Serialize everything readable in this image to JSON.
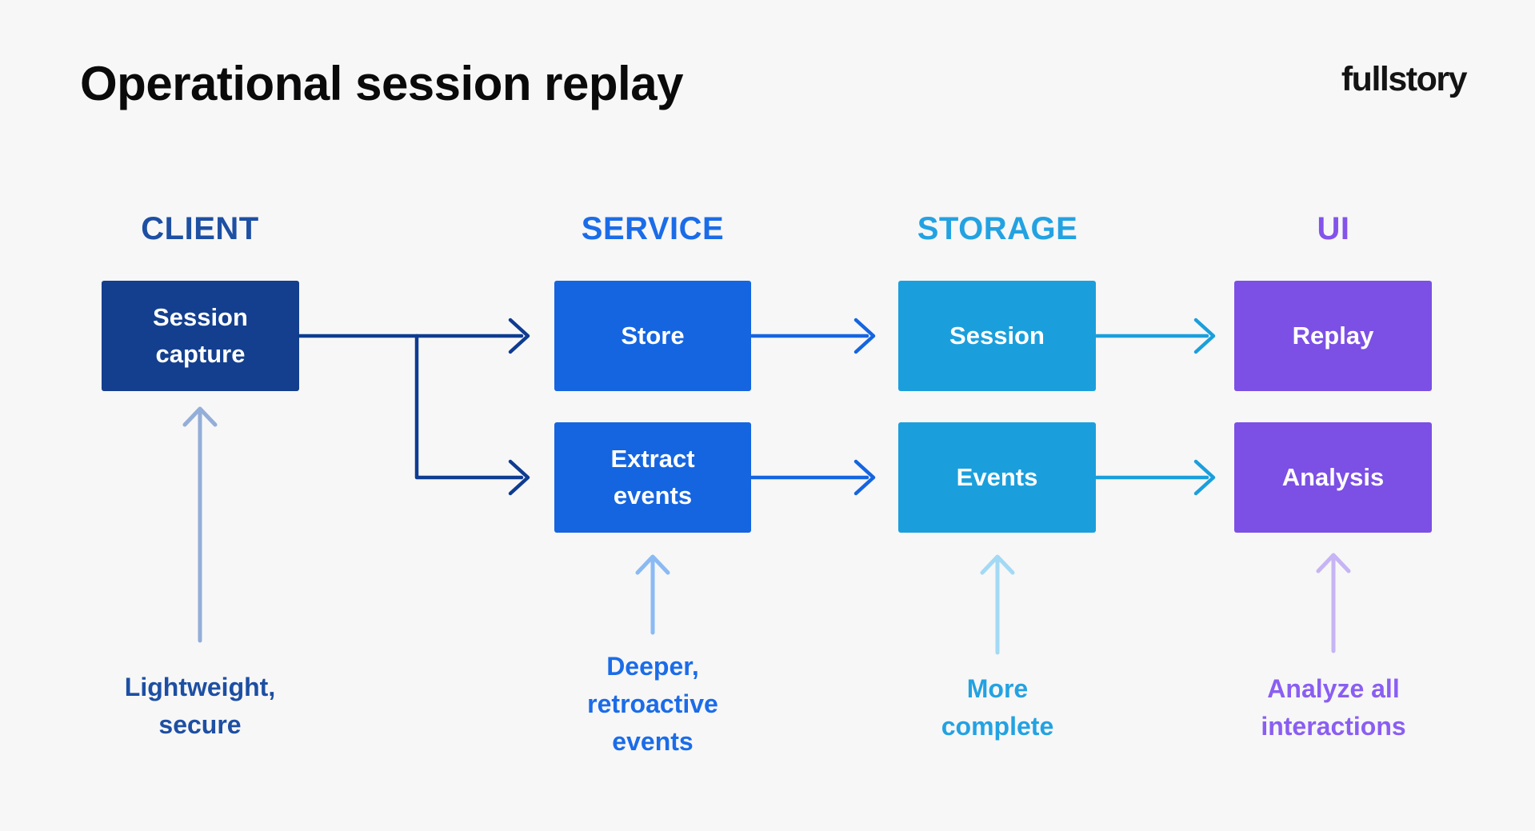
{
  "header": {
    "title": "Operational session replay",
    "logo": "fullstory"
  },
  "colors": {
    "background": "#f7f7f7",
    "title_text": "#0a0a0b",
    "logo_text": "#141414",
    "navy_box": "#143f8e",
    "navy_arrow": "#0e3c90",
    "blue": "#1565e0",
    "cyan": "#1b9fdc",
    "purple": "#7c4fe5",
    "client_text": "#1d4fa3",
    "service_text": "#1b6ce8",
    "storage_text": "#23a2e2",
    "ui_header_text": "#8353ea",
    "ui_caption_text": "#8a5ef2",
    "arrow_steel": "#93aed8",
    "arrow_light_blue": "#8abaf3",
    "arrow_light_cyan": "#a3d9f5",
    "arrow_lavender": "#c6b4f4"
  },
  "columns": [
    {
      "id": "client",
      "header": "CLIENT",
      "boxes": [
        {
          "label": "Session\ncapture"
        }
      ],
      "caption": "Lightweight,\nsecure"
    },
    {
      "id": "service",
      "header": "SERVICE",
      "boxes": [
        {
          "label": "Store"
        },
        {
          "label": "Extract\nevents"
        }
      ],
      "caption": "Deeper,\nretroactive\nevents"
    },
    {
      "id": "storage",
      "header": "STORAGE",
      "boxes": [
        {
          "label": "Session"
        },
        {
          "label": "Events"
        }
      ],
      "caption": "More\ncomplete"
    },
    {
      "id": "ui",
      "header": "UI",
      "boxes": [
        {
          "label": "Replay"
        },
        {
          "label": "Analysis"
        }
      ],
      "caption": "Analyze all\ninteractions"
    }
  ]
}
